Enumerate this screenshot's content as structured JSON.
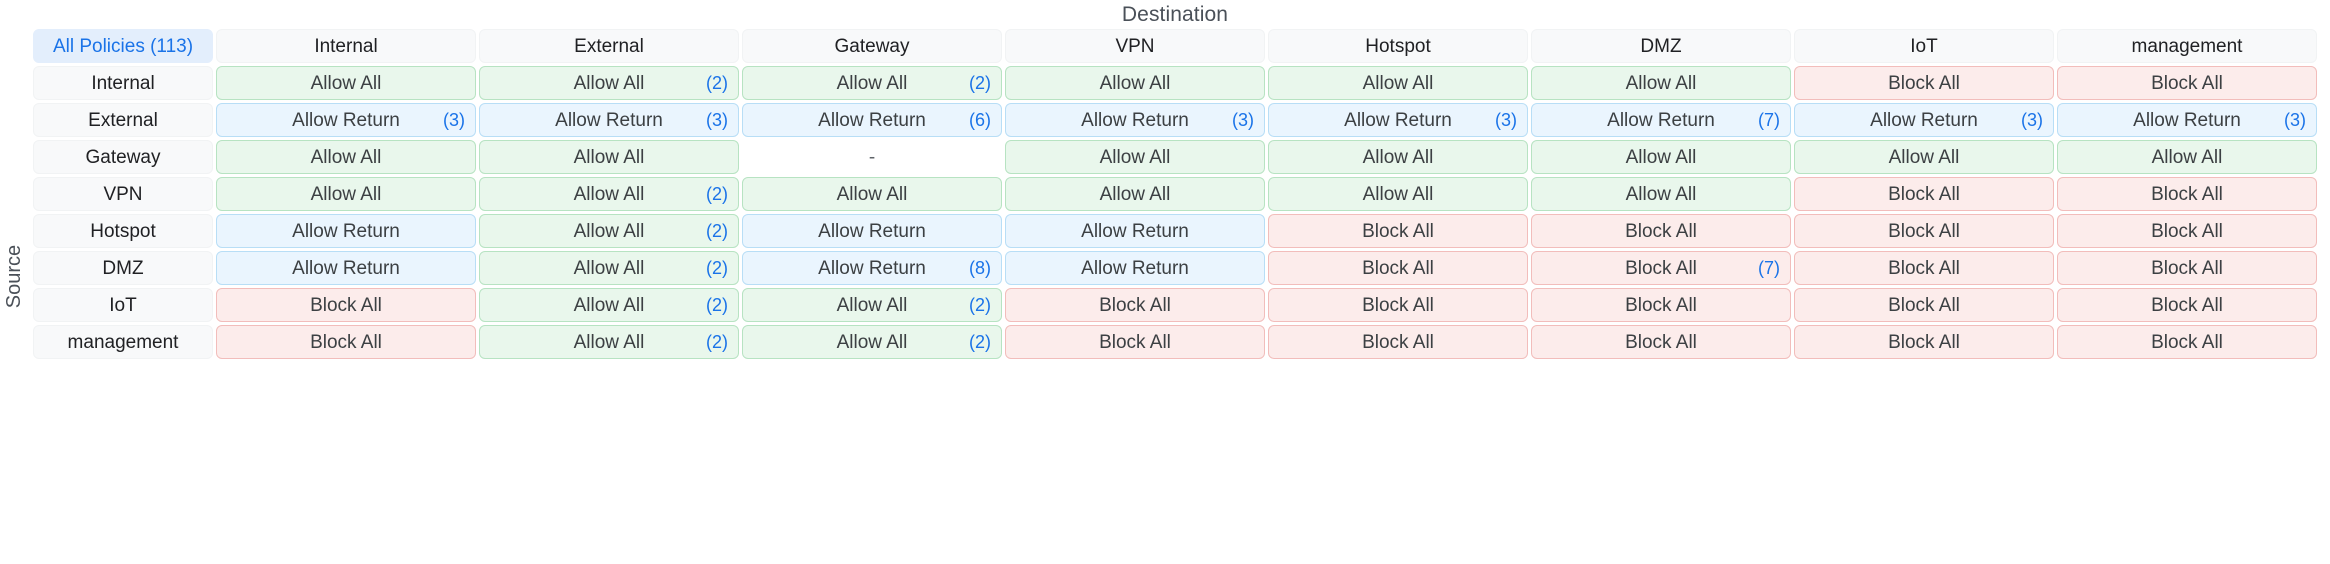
{
  "axis": {
    "destination_label": "Destination",
    "source_label": "Source"
  },
  "corner": {
    "label": "All Policies (113)",
    "total_policies": 113,
    "color": "#1a73e8"
  },
  "legend_colors": {
    "allow": "#e9f7ec",
    "allow_border": "#b7e3c2",
    "allow_return": "#eaf5fe",
    "allow_return_border": "#b8def6",
    "block": "#fceceb",
    "block_border": "#f2bdbb",
    "badge": "#1a73e8",
    "header_bg": "#f8f9fa",
    "corner_bg": "#e3eefc"
  },
  "columns": [
    "Internal",
    "External",
    "Gateway",
    "VPN",
    "Hotspot",
    "DMZ",
    "IoT",
    "management"
  ],
  "rows": [
    "Internal",
    "External",
    "Gateway",
    "VPN",
    "Hotspot",
    "DMZ",
    "IoT",
    "management"
  ],
  "labels": {
    "allow": "Allow All",
    "allow_return": "Allow Return",
    "block": "Block All",
    "none": "-"
  },
  "matrix": [
    {
      "source": "Internal",
      "cells": [
        {
          "state": "allow",
          "label": "Allow All",
          "count": null
        },
        {
          "state": "allow",
          "label": "Allow All",
          "count": "(2)"
        },
        {
          "state": "allow",
          "label": "Allow All",
          "count": "(2)"
        },
        {
          "state": "allow",
          "label": "Allow All",
          "count": null
        },
        {
          "state": "allow",
          "label": "Allow All",
          "count": null
        },
        {
          "state": "allow",
          "label": "Allow All",
          "count": null
        },
        {
          "state": "block",
          "label": "Block All",
          "count": null
        },
        {
          "state": "block",
          "label": "Block All",
          "count": null
        }
      ]
    },
    {
      "source": "External",
      "cells": [
        {
          "state": "ret",
          "label": "Allow Return",
          "count": "(3)"
        },
        {
          "state": "ret",
          "label": "Allow Return",
          "count": "(3)"
        },
        {
          "state": "ret",
          "label": "Allow Return",
          "count": "(6)"
        },
        {
          "state": "ret",
          "label": "Allow Return",
          "count": "(3)"
        },
        {
          "state": "ret",
          "label": "Allow Return",
          "count": "(3)"
        },
        {
          "state": "ret",
          "label": "Allow Return",
          "count": "(7)"
        },
        {
          "state": "ret",
          "label": "Allow Return",
          "count": "(3)"
        },
        {
          "state": "ret",
          "label": "Allow Return",
          "count": "(3)"
        }
      ]
    },
    {
      "source": "Gateway",
      "cells": [
        {
          "state": "allow",
          "label": "Allow All",
          "count": null
        },
        {
          "state": "allow",
          "label": "Allow All",
          "count": null
        },
        {
          "state": "none",
          "label": "-",
          "count": null
        },
        {
          "state": "allow",
          "label": "Allow All",
          "count": null
        },
        {
          "state": "allow",
          "label": "Allow All",
          "count": null
        },
        {
          "state": "allow",
          "label": "Allow All",
          "count": null
        },
        {
          "state": "allow",
          "label": "Allow All",
          "count": null
        },
        {
          "state": "allow",
          "label": "Allow All",
          "count": null
        }
      ]
    },
    {
      "source": "VPN",
      "cells": [
        {
          "state": "allow",
          "label": "Allow All",
          "count": null
        },
        {
          "state": "allow",
          "label": "Allow All",
          "count": "(2)"
        },
        {
          "state": "allow",
          "label": "Allow All",
          "count": null
        },
        {
          "state": "allow",
          "label": "Allow All",
          "count": null
        },
        {
          "state": "allow",
          "label": "Allow All",
          "count": null
        },
        {
          "state": "allow",
          "label": "Allow All",
          "count": null
        },
        {
          "state": "block",
          "label": "Block All",
          "count": null
        },
        {
          "state": "block",
          "label": "Block All",
          "count": null
        }
      ]
    },
    {
      "source": "Hotspot",
      "cells": [
        {
          "state": "ret",
          "label": "Allow Return",
          "count": null
        },
        {
          "state": "allow",
          "label": "Allow All",
          "count": "(2)"
        },
        {
          "state": "ret",
          "label": "Allow Return",
          "count": null
        },
        {
          "state": "ret",
          "label": "Allow Return",
          "count": null
        },
        {
          "state": "block",
          "label": "Block All",
          "count": null
        },
        {
          "state": "block",
          "label": "Block All",
          "count": null
        },
        {
          "state": "block",
          "label": "Block All",
          "count": null
        },
        {
          "state": "block",
          "label": "Block All",
          "count": null
        }
      ]
    },
    {
      "source": "DMZ",
      "cells": [
        {
          "state": "ret",
          "label": "Allow Return",
          "count": null
        },
        {
          "state": "allow",
          "label": "Allow All",
          "count": "(2)"
        },
        {
          "state": "ret",
          "label": "Allow Return",
          "count": "(8)"
        },
        {
          "state": "ret",
          "label": "Allow Return",
          "count": null
        },
        {
          "state": "block",
          "label": "Block All",
          "count": null
        },
        {
          "state": "block",
          "label": "Block All",
          "count": "(7)"
        },
        {
          "state": "block",
          "label": "Block All",
          "count": null
        },
        {
          "state": "block",
          "label": "Block All",
          "count": null
        }
      ]
    },
    {
      "source": "IoT",
      "cells": [
        {
          "state": "block",
          "label": "Block All",
          "count": null
        },
        {
          "state": "allow",
          "label": "Allow All",
          "count": "(2)"
        },
        {
          "state": "allow",
          "label": "Allow All",
          "count": "(2)"
        },
        {
          "state": "block",
          "label": "Block All",
          "count": null
        },
        {
          "state": "block",
          "label": "Block All",
          "count": null
        },
        {
          "state": "block",
          "label": "Block All",
          "count": null
        },
        {
          "state": "block",
          "label": "Block All",
          "count": null
        },
        {
          "state": "block",
          "label": "Block All",
          "count": null
        }
      ]
    },
    {
      "source": "management",
      "cells": [
        {
          "state": "block",
          "label": "Block All",
          "count": null
        },
        {
          "state": "allow",
          "label": "Allow All",
          "count": "(2)"
        },
        {
          "state": "allow",
          "label": "Allow All",
          "count": "(2)"
        },
        {
          "state": "block",
          "label": "Block All",
          "count": null
        },
        {
          "state": "block",
          "label": "Block All",
          "count": null
        },
        {
          "state": "block",
          "label": "Block All",
          "count": null
        },
        {
          "state": "block",
          "label": "Block All",
          "count": null
        },
        {
          "state": "block",
          "label": "Block All",
          "count": null
        }
      ]
    }
  ]
}
